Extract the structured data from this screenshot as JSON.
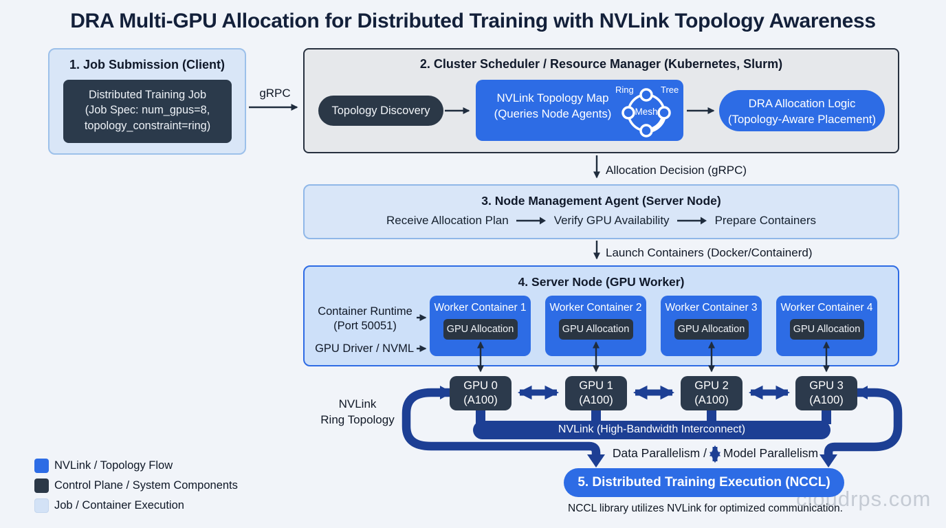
{
  "title": "DRA Multi-GPU Allocation for Distributed Training with NVLink Topology Awareness",
  "client": {
    "header": "1. Job Submission (Client)",
    "job": {
      "line1": "Distributed Training Job",
      "line2": "(Job Spec: num_gpus=8,",
      "line3": "topology_constraint=ring)"
    }
  },
  "labels": {
    "grpc": "gRPC",
    "allocation_decision": "Allocation Decision (gRPC)",
    "launch_containers": "Launch Containers (Docker/Containerd)",
    "nvlink_ring_line1": "NVLink",
    "nvlink_ring_line2": "Ring Topology",
    "nvlink_bar": "NVLink (High-Bandwidth Interconnect)",
    "data_parallelism": "Data Parallelism /",
    "model_parallelism": "Model Parallelism",
    "caption": "NCCL library utilizes NVLink for optimized communication.",
    "watermark": "cloudrps.com"
  },
  "scheduler": {
    "header": "2. Cluster Scheduler / Resource Manager (Kubernetes, Slurm)",
    "topology_discovery": "Topology Discovery",
    "topology_map": {
      "line1": "NVLink Topology Map",
      "line2": "(Queries Node Agents)"
    },
    "glyph": {
      "ring": "Ring",
      "tree": "Tree",
      "mesh": "Mesh"
    },
    "dra": {
      "line1": "DRA Allocation Logic",
      "line2": "(Topology-Aware Placement)"
    }
  },
  "node_agent": {
    "header": "3. Node Management Agent (Server Node)",
    "steps": [
      "Receive Allocation Plan",
      "Verify GPU Availability",
      "Prepare Containers"
    ]
  },
  "server_node": {
    "header": "4. Server Node (GPU Worker)",
    "runtime": {
      "line1": "Container Runtime",
      "line2": "(Port 50051)"
    },
    "driver": "GPU Driver / NVML",
    "workers": [
      {
        "title": "Worker Container 1",
        "chip": "GPU Allocation"
      },
      {
        "title": "Worker Container 2",
        "chip": "GPU Allocation"
      },
      {
        "title": "Worker Container 3",
        "chip": "GPU Allocation"
      },
      {
        "title": "Worker Container 4",
        "chip": "GPU Allocation"
      }
    ]
  },
  "gpus": [
    {
      "name": "GPU 0",
      "model": "(A100)"
    },
    {
      "name": "GPU 1",
      "model": "(A100)"
    },
    {
      "name": "GPU 2",
      "model": "(A100)"
    },
    {
      "name": "GPU 3",
      "model": "(A100)"
    }
  ],
  "training": {
    "label": "5. Distributed Training Execution (NCCL)"
  },
  "legend": {
    "items": [
      {
        "label": "NVLink / Topology Flow",
        "color": "#2d6ce5"
      },
      {
        "label": "Control Plane / System Components",
        "color": "#2b3847"
      },
      {
        "label": "Job / Container Execution",
        "color": "#d3e2f6"
      }
    ]
  },
  "colors": {
    "accent_blue": "#2d6ce5",
    "dark_navy": "#2b3847",
    "ring_navy": "#1d3f94",
    "light_blue_fill": "#d9e6f7",
    "background": "#f1f4f9"
  }
}
